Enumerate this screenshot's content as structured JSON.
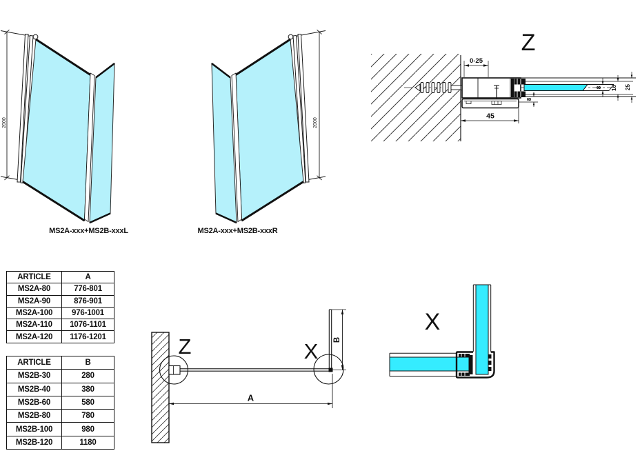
{
  "panel_views": {
    "left": {
      "label": "MS2A-xxx+MS2B-xxxL",
      "height_dim": "2000"
    },
    "right": {
      "label": "MS2A-xxx+MS2B-xxxR",
      "height_dim": "2000"
    }
  },
  "detail_z": {
    "title": "Z",
    "dim_wall_gap": "0-25",
    "dim_profile_width": "45",
    "dim_bottom_lip": "8",
    "dim_glass_thickness": "8",
    "dim_pocket_depth": "16",
    "dim_profile_height": "25"
  },
  "detail_x": {
    "title": "X"
  },
  "plan_view": {
    "callout_z": "Z",
    "callout_x": "X",
    "dim_width": "A",
    "dim_return": "B"
  },
  "table_a": {
    "headers": [
      "ARTICLE",
      "A"
    ],
    "rows": [
      [
        "MS2A-80",
        "776-801"
      ],
      [
        "MS2A-90",
        "876-901"
      ],
      [
        "MS2A-100",
        "976-1001"
      ],
      [
        "MS2A-110",
        "1076-1101"
      ],
      [
        "MS2A-120",
        "1176-1201"
      ]
    ]
  },
  "table_b": {
    "headers": [
      "ARTICLE",
      "B"
    ],
    "rows": [
      [
        "MS2B-30",
        "280"
      ],
      [
        "MS2B-40",
        "380"
      ],
      [
        "MS2B-60",
        "580"
      ],
      [
        "MS2B-80",
        "780"
      ],
      [
        "MS2B-100",
        "980"
      ],
      [
        "MS2B-120",
        "1180"
      ]
    ]
  },
  "colors": {
    "glass_light": "#b5f1fb",
    "glass_bright": "#35ecff",
    "line": "#1c1c1c"
  }
}
